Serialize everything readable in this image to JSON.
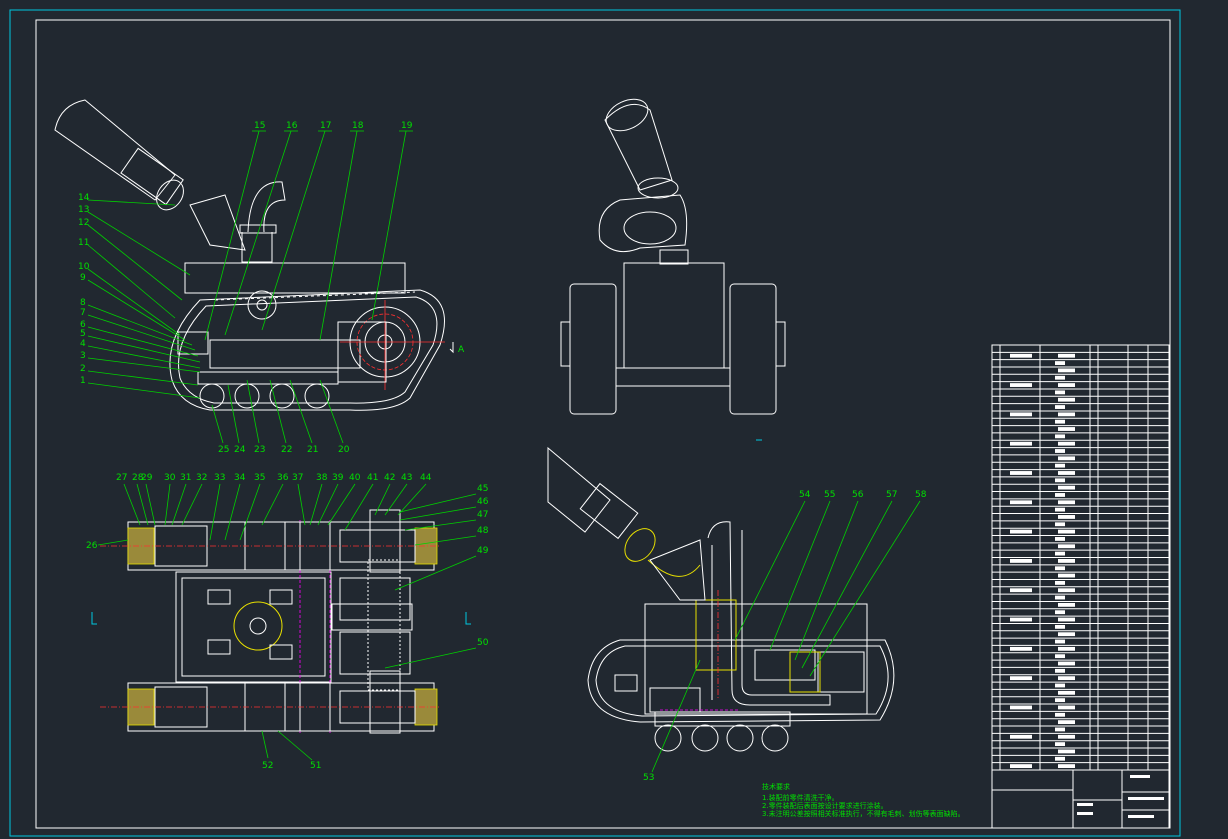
{
  "drawing": {
    "front_view_labels": [
      "15",
      "16",
      "17",
      "18",
      "19"
    ],
    "left_labels": [
      "14",
      "13",
      "12",
      "11",
      "10",
      "9",
      "8",
      "7",
      "6",
      "5",
      "4",
      "3",
      "2",
      "1"
    ],
    "bottom_labels": [
      "25",
      "24",
      "23",
      "22",
      "21",
      "20"
    ],
    "plan_top_labels": [
      "27",
      "28",
      "29",
      "30",
      "31",
      "32",
      "33",
      "34",
      "35",
      "36",
      "37",
      "38",
      "39",
      "40",
      "41",
      "42",
      "43",
      "44"
    ],
    "plan_right_labels": [
      "45",
      "46",
      "47",
      "48",
      "49",
      "50"
    ],
    "plan_other_labels": [
      "26",
      "52",
      "51"
    ],
    "section_labels": [
      "54",
      "55",
      "56",
      "57",
      "58",
      "53"
    ],
    "tech_notes_title": "技术要求",
    "tech_notes": [
      "1.装配前零件清洗干净。",
      "2.零件装配后表面按设计要求进行涂装。",
      "3.未注明公差按照相关标准执行，不得有毛刺、划伤等表面缺陷。"
    ]
  },
  "colors": {
    "background": "#212830",
    "frame": "#ffffff",
    "border": "#00c8e0",
    "leader": "#00e000",
    "center_line": "#ff3030",
    "section": "#e8e000",
    "phantom": "#ff00ff"
  }
}
